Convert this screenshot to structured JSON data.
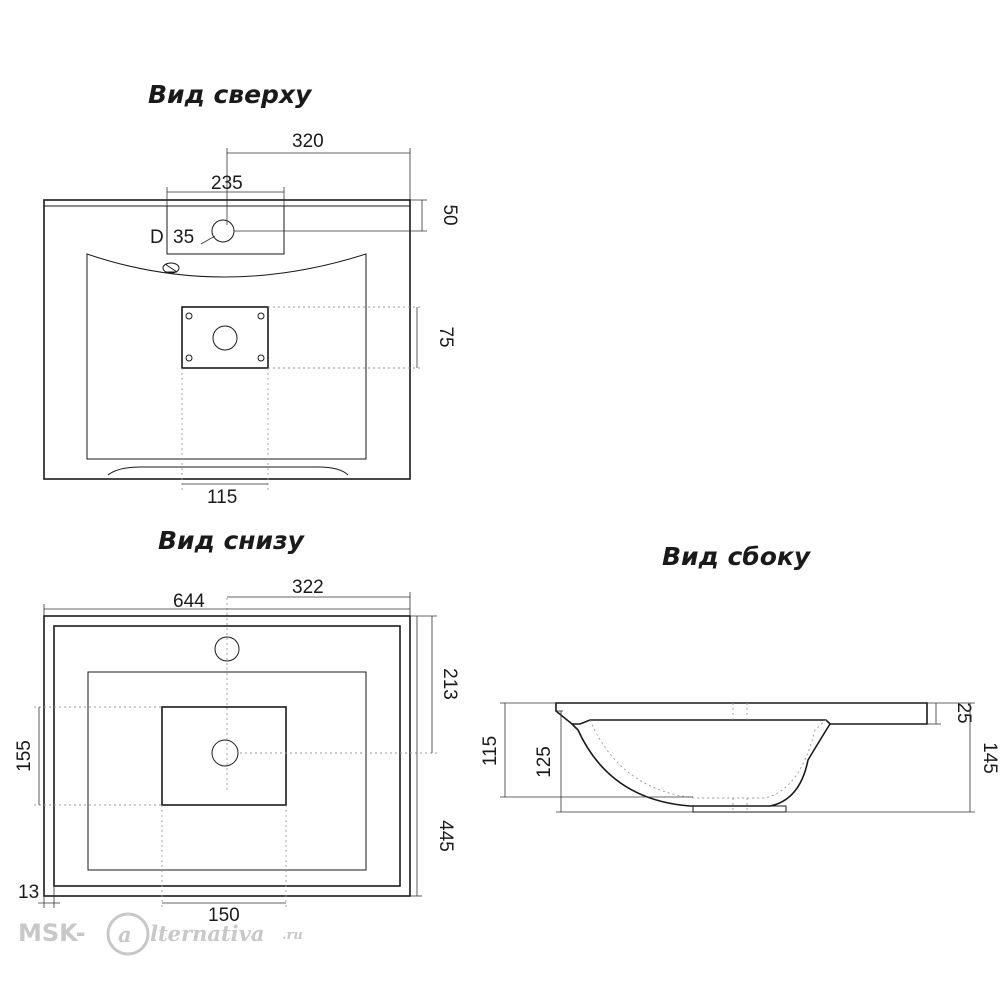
{
  "views": {
    "top": {
      "title": "Вид сверху"
    },
    "bottom": {
      "title": "Вид снизу"
    },
    "side": {
      "title": "Вид сбоку"
    }
  },
  "dimensions": {
    "top": {
      "d320": "320",
      "d235": "235",
      "d50": "50",
      "hole_prefix": "D",
      "hole_diameter": "35",
      "d75": "75",
      "d115": "115"
    },
    "bottom": {
      "d644": "644",
      "d322": "322",
      "d213": "213",
      "d155": "155",
      "d445": "445",
      "d13": "13",
      "d150": "150"
    },
    "side": {
      "d115": "115",
      "d125": "125",
      "d25": "25",
      "d145": "145"
    }
  },
  "watermark": {
    "prefix": "MSK-",
    "script": "lternativa",
    "suffix": ".ru"
  }
}
